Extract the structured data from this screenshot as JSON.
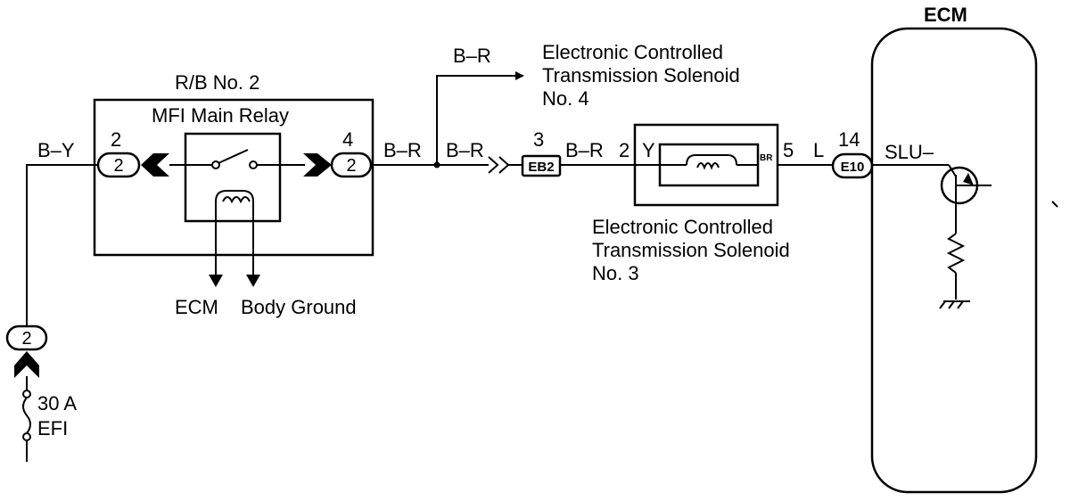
{
  "ecm_title": "ECM",
  "rb_box_title": "R/B No. 2",
  "relay_name": "MFI Main Relay",
  "wires": {
    "by": "B–Y",
    "br_a": "B–R",
    "br_b": "B–R",
    "br_top": "B–R",
    "br_c": "B–R",
    "l": "L",
    "slu": "SLU–"
  },
  "pins": {
    "rb_left": "2",
    "rb_right": "4",
    "eb2": "3",
    "sol_in": "2",
    "sol_out": "5",
    "e10": "14"
  },
  "connectors": {
    "rb_left": "2",
    "rb_right": "2",
    "eb2": "EB2",
    "e10": "E10",
    "fuse_conn": "2"
  },
  "solenoid3": {
    "term_in": "Y",
    "term_out": "BR",
    "label_line1": "Electronic Controlled",
    "label_line2": "Transmission Solenoid",
    "label_line3": "No. 3"
  },
  "solenoid4": {
    "label_line1": "Electronic Controlled",
    "label_line2": "Transmission Solenoid",
    "label_line3": "No. 4"
  },
  "relay_outputs": {
    "ecm": "ECM",
    "ground": "Body Ground"
  },
  "fuse": {
    "rating": "30 A",
    "name": "EFI"
  }
}
